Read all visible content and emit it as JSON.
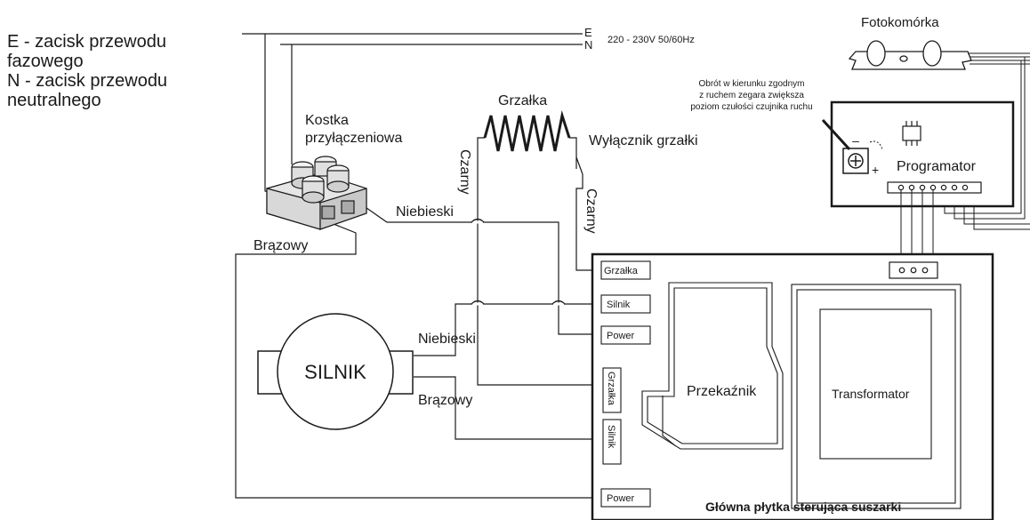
{
  "legend": {
    "line1": "E - zacisk przewodu",
    "line2": "fazowego",
    "line3": "N - zacisk przewodu",
    "line4": "neutralnego"
  },
  "supply": {
    "e": "E",
    "n": "N",
    "voltage": "220 - 230V  50/60Hz"
  },
  "terminal_block": {
    "line1": "Kostka",
    "line2": "przyłączeniowa"
  },
  "heater": {
    "label": "Grzałka",
    "switch": "Wyłącznik grzałki"
  },
  "wires": {
    "black1": "Czarny",
    "black2": "Czarny",
    "blue1": "Niebieski",
    "blue2": "Niebieski",
    "brown1": "Brązowy",
    "brown2": "Brązowy"
  },
  "photocell": {
    "label": "Fotokomórka"
  },
  "programmer": {
    "label": "Programator",
    "note1": "Obrót w kierunku zgodnym",
    "note2": "z ruchem zegara zwiększa",
    "note3": "poziom czułości czujnika ruchu",
    "minus": "–",
    "plus": "+"
  },
  "motor": {
    "label": "SILNIK"
  },
  "board": {
    "title": "Główna płytka sterująca suszarki",
    "relay": "Przekaźnik",
    "transformer": "Transformator",
    "conn_grzalka1": "Grzałka",
    "conn_silnik1": "Silnik",
    "conn_power1": "Power",
    "conn_grzalka2": "Grzałka",
    "conn_silnik2": "Silnik",
    "conn_power2": "Power"
  },
  "colors": {
    "line": "#1a1a1a",
    "background": "#ffffff"
  }
}
